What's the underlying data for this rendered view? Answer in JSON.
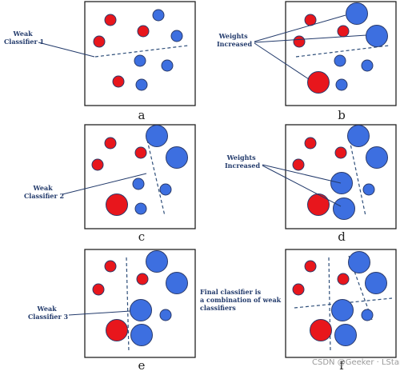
{
  "colors": {
    "red": "#e8161c",
    "blue": "#3d6fe0",
    "circle_stroke": "#2a3a6a",
    "frame": "#222222",
    "boundary": "#2f4f7a",
    "annotation": "#223a6b"
  },
  "panels": [
    {
      "label": "a",
      "circles": [
        {
          "c": "red",
          "s": 1
        },
        {
          "c": "blue",
          "s": 1
        },
        {
          "c": "red",
          "s": 1
        },
        {
          "c": "red",
          "s": 1
        },
        {
          "c": "blue",
          "s": 1
        },
        {
          "c": "blue",
          "s": 1
        },
        {
          "c": "blue",
          "s": 1
        },
        {
          "c": "red",
          "s": 1
        },
        {
          "c": "blue",
          "s": 1
        }
      ]
    },
    {
      "label": "b",
      "circles": [
        {
          "c": "red",
          "s": 1
        },
        {
          "c": "blue",
          "s": 2
        },
        {
          "c": "red",
          "s": 1
        },
        {
          "c": "red",
          "s": 1
        },
        {
          "c": "blue",
          "s": 2
        },
        {
          "c": "blue",
          "s": 1
        },
        {
          "c": "blue",
          "s": 1
        },
        {
          "c": "red",
          "s": 2
        },
        {
          "c": "blue",
          "s": 1
        }
      ]
    },
    {
      "label": "c",
      "circles": [
        {
          "c": "red",
          "s": 1
        },
        {
          "c": "blue",
          "s": 2
        },
        {
          "c": "red",
          "s": 1
        },
        {
          "c": "red",
          "s": 1
        },
        {
          "c": "blue",
          "s": 2
        },
        {
          "c": "blue",
          "s": 1
        },
        {
          "c": "blue",
          "s": 1
        },
        {
          "c": "red",
          "s": 2
        },
        {
          "c": "blue",
          "s": 1
        }
      ]
    },
    {
      "label": "d",
      "circles": [
        {
          "c": "red",
          "s": 1
        },
        {
          "c": "blue",
          "s": 2
        },
        {
          "c": "red",
          "s": 1
        },
        {
          "c": "red",
          "s": 1
        },
        {
          "c": "blue",
          "s": 2
        },
        {
          "c": "blue",
          "s": 2
        },
        {
          "c": "blue",
          "s": 1
        },
        {
          "c": "red",
          "s": 2
        },
        {
          "c": "blue",
          "s": 2
        }
      ]
    },
    {
      "label": "e",
      "circles": [
        {
          "c": "red",
          "s": 1
        },
        {
          "c": "blue",
          "s": 2
        },
        {
          "c": "red",
          "s": 1
        },
        {
          "c": "red",
          "s": 1
        },
        {
          "c": "blue",
          "s": 2
        },
        {
          "c": "blue",
          "s": 2
        },
        {
          "c": "blue",
          "s": 1
        },
        {
          "c": "red",
          "s": 2
        },
        {
          "c": "blue",
          "s": 2
        }
      ]
    },
    {
      "label": "f",
      "circles": [
        {
          "c": "red",
          "s": 1
        },
        {
          "c": "blue",
          "s": 2
        },
        {
          "c": "red",
          "s": 1
        },
        {
          "c": "red",
          "s": 1
        },
        {
          "c": "blue",
          "s": 2
        },
        {
          "c": "blue",
          "s": 2
        },
        {
          "c": "blue",
          "s": 1
        },
        {
          "c": "red",
          "s": 2
        },
        {
          "c": "blue",
          "s": 2
        }
      ]
    }
  ],
  "annotations": {
    "weak1": [
      "Weak",
      "Classifier 1"
    ],
    "weights_b": [
      "Weights",
      "Increased"
    ],
    "weak2": [
      "Weak",
      "Classifier 2"
    ],
    "weights_d": [
      "Weights",
      "Increased"
    ],
    "weak3": [
      "Weak",
      "Classifier 3"
    ],
    "final": [
      "Final classifier is",
      "a combination of weak",
      "classifiers"
    ]
  },
  "watermark": "CSDN @Geeker · LStar"
}
